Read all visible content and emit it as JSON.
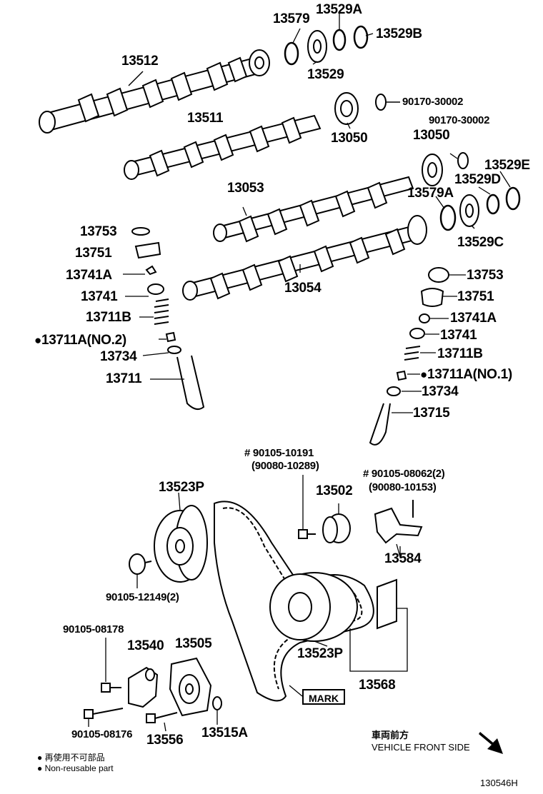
{
  "parts": {
    "p13579": "13579",
    "p13529A": "13529A",
    "p13529B": "13529B",
    "p13512": "13512",
    "p13529": "13529",
    "p90170_a": "90170-30002",
    "p13511": "13511",
    "p90170_b": "90170-30002",
    "p13050_a": "13050",
    "p13050_b": "13050",
    "p13529E": "13529E",
    "p13053": "13053",
    "p13529D": "13529D",
    "p13579A": "13579A",
    "p13753_l": "13753",
    "p13529C": "13529C",
    "p13751_l": "13751",
    "p13741A_l": "13741A",
    "p13054": "13054",
    "p13741_l": "13741",
    "p13753_r": "13753",
    "p13711B_l": "13711B",
    "p13751_r": "13751",
    "p13711A_l": "13711A(NO.2)",
    "p13741A_r": "13741A",
    "p13734_l": "13734",
    "p13741_r": "13741",
    "p13711": "13711",
    "p13711B_r": "13711B",
    "p13711A_r": "13711A(NO.1)",
    "p13734_r": "13734",
    "p13715": "13715",
    "p90105_10191": "# 90105-10191",
    "p90080_10289": "(90080-10289)",
    "p90105_08062": "# 90105-08062(2)",
    "p90080_10153": "(90080-10153)",
    "p13523P_a": "13523P",
    "p13502": "13502",
    "p13584": "13584",
    "p90105_12149": "90105-12149(2)",
    "p90105_08178": "90105-08178",
    "p13540": "13540",
    "p13505": "13505",
    "p13523P_b": "13523P",
    "p13568": "13568",
    "p90105_08176": "90105-08176",
    "p13556": "13556",
    "p13515A": "13515A"
  },
  "mark_label": "MARK",
  "direction_jp": "車両前方",
  "direction_en": "VEHICLE FRONT SIDE",
  "legend": {
    "jp": "● 再使用不可部品",
    "en": "● Non-reusable part"
  },
  "figure_id": "130546H"
}
